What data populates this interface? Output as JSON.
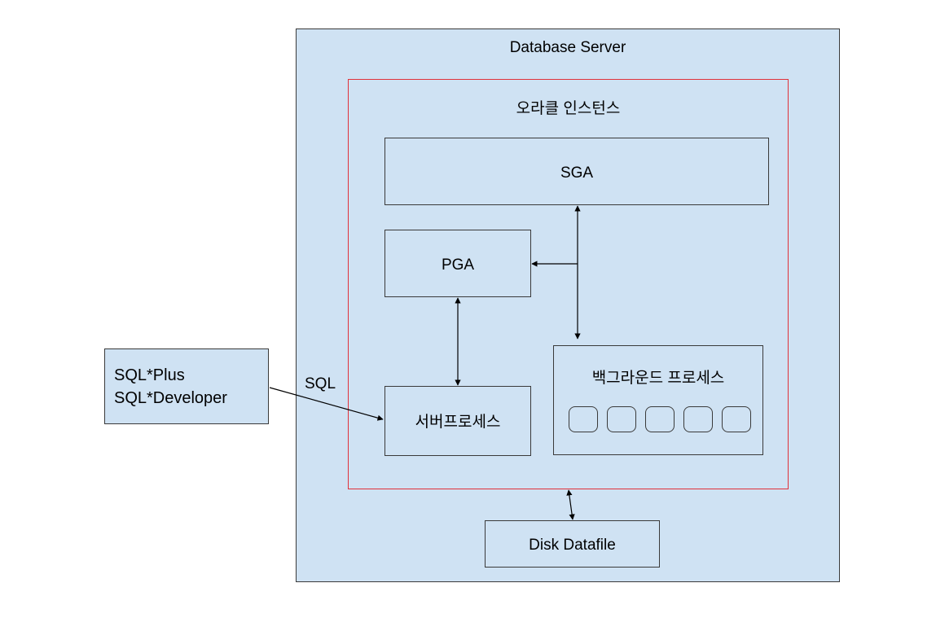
{
  "server": {
    "title": "Database Server"
  },
  "instance": {
    "title": "오라클 인스턴스"
  },
  "sga": {
    "label": "SGA"
  },
  "pga": {
    "label": "PGA"
  },
  "server_process": {
    "label": "서버프로세스"
  },
  "background_process": {
    "label": "백그라운드 프로세스",
    "slot_count": 5
  },
  "client": {
    "lines": [
      "SQL*Plus",
      "SQL*Developer"
    ]
  },
  "connection": {
    "label": "SQL"
  },
  "datafile": {
    "label": "Disk Datafile"
  },
  "colors": {
    "box_fill": "#cfe2f3",
    "box_border": "#3a3a3a",
    "instance_border": "#e0323a",
    "background": "#ffffff"
  }
}
